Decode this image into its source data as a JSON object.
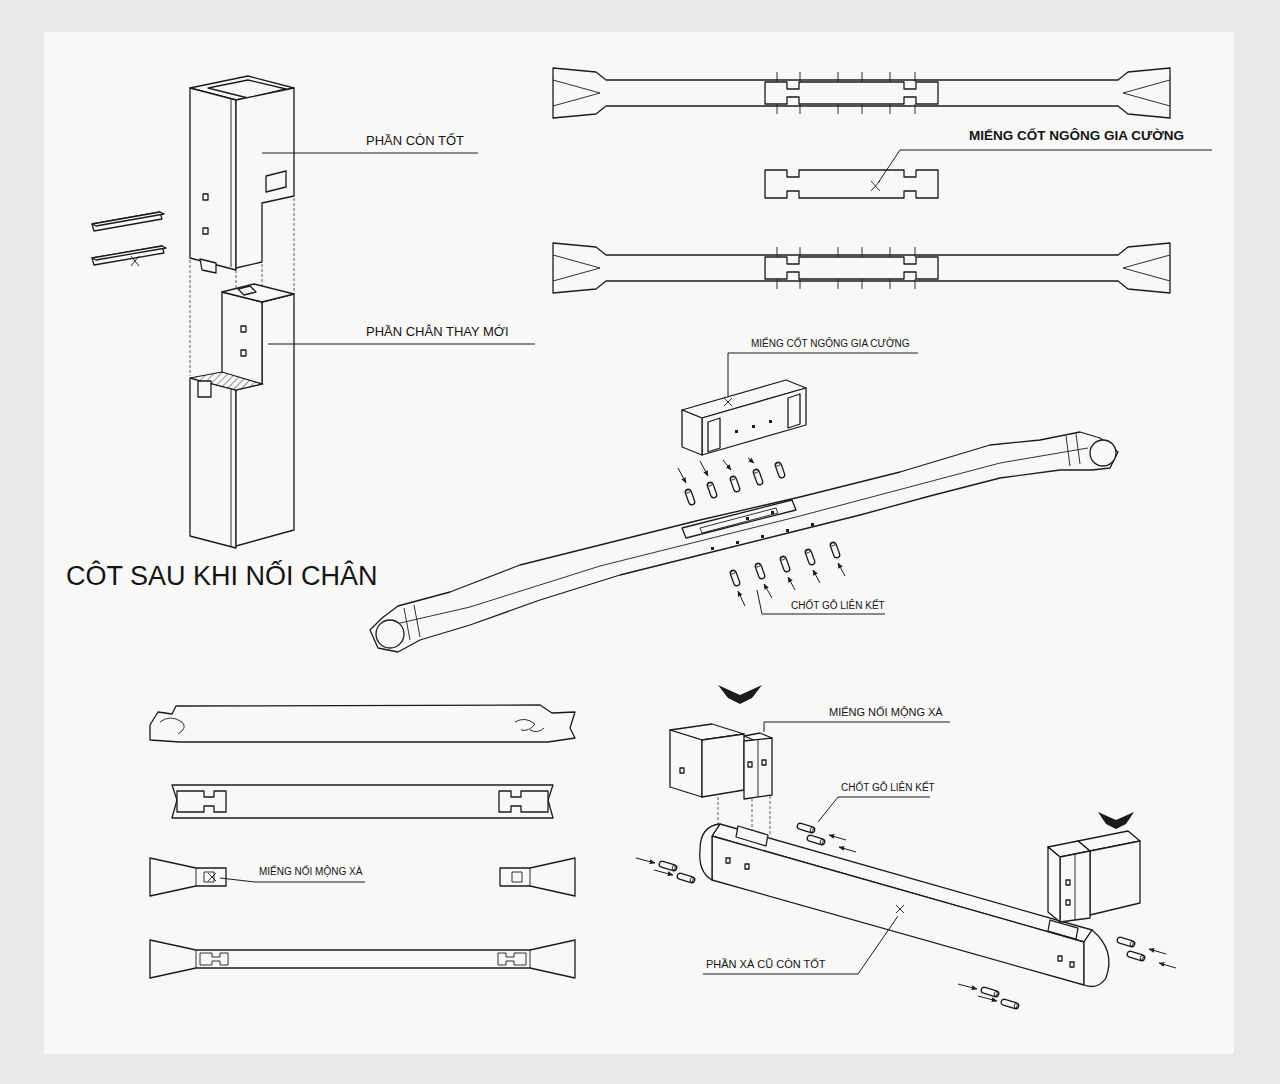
{
  "diagram": {
    "labels": [
      "PHẦN CÒN TỐT",
      "MIẾNG CỐT NGÔNG GIA CƯỜNG",
      "PHẦN CHÂN THAY MỚI",
      "MIẾNG CỐT NGÔNG GIA CƯỜNG",
      "CÔT SAU KHI NỐI CHÂN",
      "CHỐT GỖ LIÊN KẾT",
      "MIẾNG NỐI MỘNG XÀ",
      "CHỐT GỖ LIÊN KẾT",
      "MIẾNG NỐI MỘNG XÀ",
      "PHẦN XÀ CŨ CÒN TỐT"
    ]
  }
}
